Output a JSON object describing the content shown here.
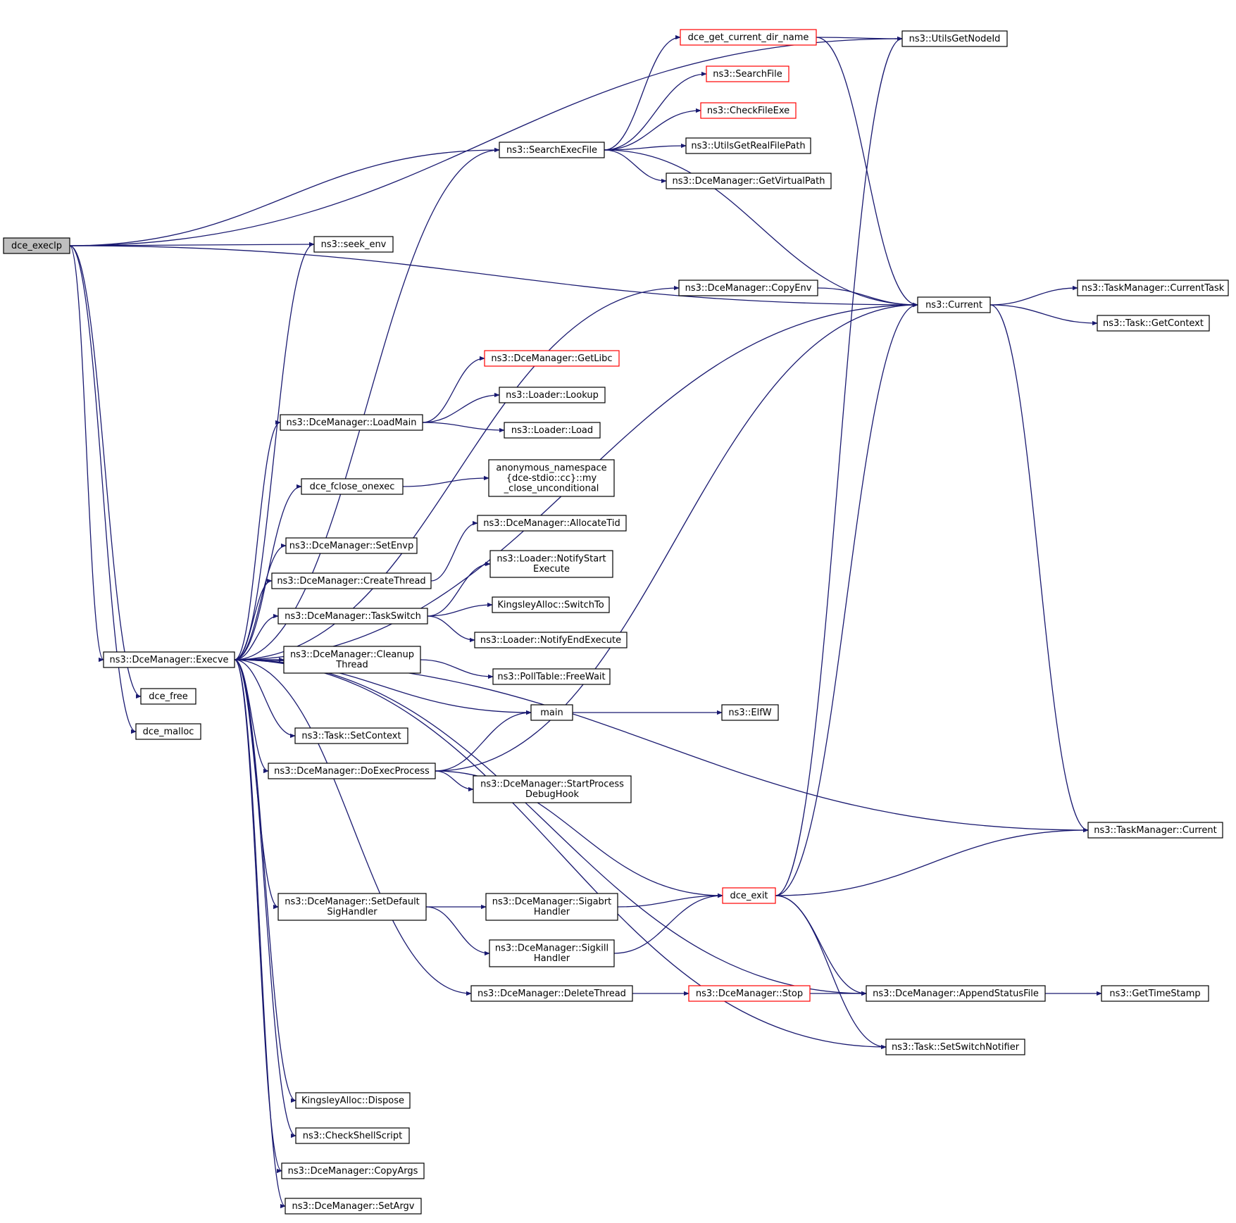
{
  "title": "",
  "colors": {
    "edge": "#191970",
    "root_fill": "#bfbfbf",
    "truncated_border": "#ff0000",
    "normal_border": "#000000"
  },
  "nodes": [
    {
      "id": "dce_execlp",
      "lines": [
        "dce_execlp"
      ],
      "root": true
    },
    {
      "id": "execve",
      "lines": [
        "ns3::DceManager::Execve"
      ]
    },
    {
      "id": "dce_free",
      "lines": [
        "dce_free"
      ]
    },
    {
      "id": "dce_malloc",
      "lines": [
        "dce_malloc"
      ]
    },
    {
      "id": "seek_env",
      "lines": [
        "ns3::seek_env"
      ]
    },
    {
      "id": "searchexec",
      "lines": [
        "ns3::SearchExecFile"
      ]
    },
    {
      "id": "getcurdir",
      "lines": [
        "dce_get_current_dir_name"
      ],
      "truncated": true
    },
    {
      "id": "getnodeid",
      "lines": [
        "ns3::UtilsGetNodeId"
      ]
    },
    {
      "id": "searchfile",
      "lines": [
        "ns3::SearchFile"
      ],
      "truncated": true
    },
    {
      "id": "checkfileexe",
      "lines": [
        "ns3::CheckFileExe"
      ],
      "truncated": true
    },
    {
      "id": "realfilepath",
      "lines": [
        "ns3::UtilsGetRealFilePath"
      ]
    },
    {
      "id": "virtualpath",
      "lines": [
        "ns3::DceManager::GetVirtualPath"
      ]
    },
    {
      "id": "current",
      "lines": [
        "ns3::Current"
      ]
    },
    {
      "id": "tm_currenttask",
      "lines": [
        "ns3::TaskManager::CurrentTask"
      ]
    },
    {
      "id": "task_getcontext",
      "lines": [
        "ns3::Task::GetContext"
      ]
    },
    {
      "id": "copyenv",
      "lines": [
        "ns3::DceManager::CopyEnv"
      ]
    },
    {
      "id": "getlibc",
      "lines": [
        "ns3::DceManager::GetLibc"
      ],
      "truncated": true
    },
    {
      "id": "loader_lookup",
      "lines": [
        "ns3::Loader::Lookup"
      ]
    },
    {
      "id": "loadmain",
      "lines": [
        "ns3::DceManager::LoadMain"
      ]
    },
    {
      "id": "loader_load",
      "lines": [
        "ns3::Loader::Load"
      ]
    },
    {
      "id": "fclose_onexec",
      "lines": [
        "dce_fclose_onexec"
      ]
    },
    {
      "id": "anon_close",
      "lines": [
        "anonymous_namespace",
        "{dce-stdio::cc}::my",
        "_close_unconditional"
      ]
    },
    {
      "id": "allocatetid",
      "lines": [
        "ns3::DceManager::AllocateTid"
      ]
    },
    {
      "id": "setenvp",
      "lines": [
        "ns3::DceManager::SetEnvp"
      ]
    },
    {
      "id": "notifystart",
      "lines": [
        "ns3::Loader::NotifyStart",
        "Execute"
      ]
    },
    {
      "id": "createthread",
      "lines": [
        "ns3::DceManager::CreateThread"
      ]
    },
    {
      "id": "switchto",
      "lines": [
        "KingsleyAlloc::SwitchTo"
      ]
    },
    {
      "id": "taskswitch",
      "lines": [
        "ns3::DceManager::TaskSwitch"
      ]
    },
    {
      "id": "notifyend",
      "lines": [
        "ns3::Loader::NotifyEndExecute"
      ]
    },
    {
      "id": "cleanupthread",
      "lines": [
        "ns3::DceManager::Cleanup",
        "Thread"
      ]
    },
    {
      "id": "freewait",
      "lines": [
        "ns3::PollTable::FreeWait"
      ]
    },
    {
      "id": "main",
      "lines": [
        "main"
      ]
    },
    {
      "id": "elfw",
      "lines": [
        "ns3::ElfW"
      ]
    },
    {
      "id": "setcontext",
      "lines": [
        "ns3::Task::SetContext"
      ]
    },
    {
      "id": "doexecprocess",
      "lines": [
        "ns3::DceManager::DoExecProcess"
      ]
    },
    {
      "id": "startprocessdebughook",
      "lines": [
        "ns3::DceManager::StartProcess",
        "DebugHook"
      ]
    },
    {
      "id": "tm_current",
      "lines": [
        "ns3::TaskManager::Current"
      ]
    },
    {
      "id": "setdefaultsighandler",
      "lines": [
        "ns3::DceManager::SetDefault",
        "SigHandler"
      ]
    },
    {
      "id": "sigabrt",
      "lines": [
        "ns3::DceManager::Sigabrt",
        "Handler"
      ]
    },
    {
      "id": "dce_exit",
      "lines": [
        "dce_exit"
      ],
      "truncated": true
    },
    {
      "id": "sigkill",
      "lines": [
        "ns3::DceManager::Sigkill",
        "Handler"
      ]
    },
    {
      "id": "deletethread",
      "lines": [
        "ns3::DceManager::DeleteThread"
      ]
    },
    {
      "id": "stop",
      "lines": [
        "ns3::DceManager::Stop"
      ],
      "truncated": true
    },
    {
      "id": "appendstatusfile",
      "lines": [
        "ns3::DceManager::AppendStatusFile"
      ]
    },
    {
      "id": "gettimestamp",
      "lines": [
        "ns3::GetTimeStamp"
      ]
    },
    {
      "id": "setswitchnotifier",
      "lines": [
        "ns3::Task::SetSwitchNotifier"
      ]
    },
    {
      "id": "ka_dispose",
      "lines": [
        "KingsleyAlloc::Dispose"
      ]
    },
    {
      "id": "checkshellscript",
      "lines": [
        "ns3::CheckShellScript"
      ]
    },
    {
      "id": "copyargs",
      "lines": [
        "ns3::DceManager::CopyArgs"
      ]
    },
    {
      "id": "setargv",
      "lines": [
        "ns3::DceManager::SetArgv"
      ]
    }
  ],
  "edges": [
    [
      "dce_execlp",
      "getnodeid"
    ],
    [
      "dce_execlp",
      "searchexec"
    ],
    [
      "dce_execlp",
      "current"
    ],
    [
      "dce_execlp",
      "seek_env"
    ],
    [
      "dce_execlp",
      "execve"
    ],
    [
      "dce_execlp",
      "dce_free"
    ],
    [
      "dce_execlp",
      "dce_malloc"
    ],
    [
      "searchexec",
      "getcurdir"
    ],
    [
      "searchexec",
      "searchfile"
    ],
    [
      "searchexec",
      "checkfileexe"
    ],
    [
      "searchexec",
      "realfilepath"
    ],
    [
      "searchexec",
      "virtualpath"
    ],
    [
      "searchexec",
      "current"
    ],
    [
      "getcurdir",
      "getnodeid"
    ],
    [
      "getcurdir",
      "current"
    ],
    [
      "current",
      "tm_currenttask"
    ],
    [
      "current",
      "task_getcontext"
    ],
    [
      "current",
      "tm_current"
    ],
    [
      "copyenv",
      "current"
    ],
    [
      "loadmain",
      "getlibc"
    ],
    [
      "loadmain",
      "loader_lookup"
    ],
    [
      "loadmain",
      "loader_load"
    ],
    [
      "fclose_onexec",
      "anon_close"
    ],
    [
      "createthread",
      "allocatetid"
    ],
    [
      "taskswitch",
      "notifystart"
    ],
    [
      "taskswitch",
      "switchto"
    ],
    [
      "taskswitch",
      "notifyend"
    ],
    [
      "cleanupthread",
      "freewait"
    ],
    [
      "main",
      "elfw"
    ],
    [
      "execve",
      "seek_env"
    ],
    [
      "execve",
      "searchexec"
    ],
    [
      "execve",
      "copyenv"
    ],
    [
      "execve",
      "current"
    ],
    [
      "execve",
      "loadmain"
    ],
    [
      "execve",
      "fclose_onexec"
    ],
    [
      "execve",
      "setenvp"
    ],
    [
      "execve",
      "createthread"
    ],
    [
      "execve",
      "taskswitch"
    ],
    [
      "execve",
      "cleanupthread"
    ],
    [
      "execve",
      "main"
    ],
    [
      "execve",
      "setcontext"
    ],
    [
      "execve",
      "doexecprocess"
    ],
    [
      "execve",
      "tm_current"
    ],
    [
      "execve",
      "setdefaultsighandler"
    ],
    [
      "execve",
      "deletethread"
    ],
    [
      "execve",
      "appendstatusfile"
    ],
    [
      "execve",
      "setswitchnotifier"
    ],
    [
      "execve",
      "ka_dispose"
    ],
    [
      "execve",
      "checkshellscript"
    ],
    [
      "execve",
      "copyargs"
    ],
    [
      "execve",
      "setargv"
    ],
    [
      "doexecprocess",
      "main"
    ],
    [
      "doexecprocess",
      "current"
    ],
    [
      "doexecprocess",
      "startprocessdebughook"
    ],
    [
      "doexecprocess",
      "dce_exit"
    ],
    [
      "setdefaultsighandler",
      "sigabrt"
    ],
    [
      "setdefaultsighandler",
      "sigkill"
    ],
    [
      "sigabrt",
      "dce_exit"
    ],
    [
      "sigkill",
      "dce_exit"
    ],
    [
      "dce_exit",
      "getnodeid"
    ],
    [
      "dce_exit",
      "current"
    ],
    [
      "dce_exit",
      "tm_current"
    ],
    [
      "dce_exit",
      "appendstatusfile"
    ],
    [
      "dce_exit",
      "setswitchnotifier"
    ],
    [
      "deletethread",
      "stop"
    ],
    [
      "stop",
      "appendstatusfile"
    ],
    [
      "appendstatusfile",
      "gettimestamp"
    ]
  ]
}
